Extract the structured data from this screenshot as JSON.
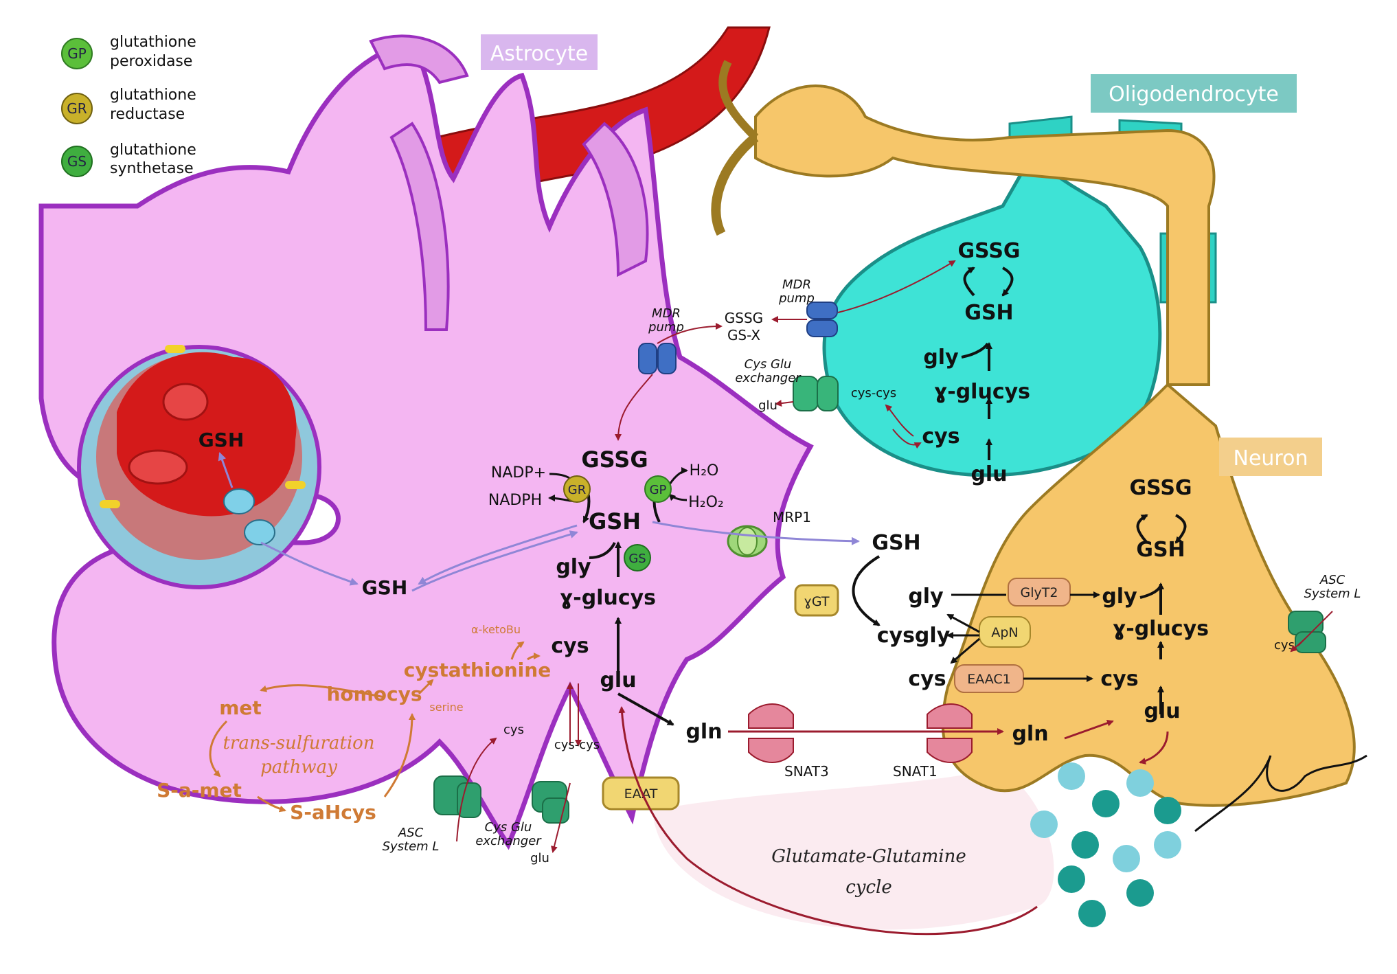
{
  "legend": {
    "items": [
      {
        "abbr": "GP",
        "line1": "glutathione",
        "line2": "peroxidase",
        "color": "#5bbf3a"
      },
      {
        "abbr": "GR",
        "line1": "glutathione",
        "line2": "reductase",
        "color": "#c9b12a"
      },
      {
        "abbr": "GS",
        "line1": "glutathione",
        "line2": "synthetase",
        "color": "#3fae3f"
      }
    ]
  },
  "cells": {
    "astrocyte": "Astrocyte",
    "oligodendrocyte": "Oligodendrocyte",
    "neuron": "Neuron"
  },
  "colors": {
    "astrocyte_fill": "#f4b6f2",
    "astrocyte_border": "#9b2fbf",
    "vessel": "#d41a1a",
    "oligo_fill": "#3ee3d6",
    "neuron_fill": "#f6c66a",
    "pathway": "#cf7a34",
    "arrow_dark_red": "#9b1b2e",
    "arrow_purple": "#8f86d6"
  },
  "astrocyte": {
    "gssg": "GSSG",
    "gsh": "GSH",
    "gly": "gly",
    "glucys": "ɣ-glucys",
    "cys": "cys",
    "glu": "glu",
    "gln": "gln",
    "gsh_left": "GSH",
    "gsh_vessel": "GSH",
    "nadp": "NADP+",
    "nadph": "NADPH",
    "h2o": "H₂O",
    "h2o2": "H₂O₂",
    "cystathionine": "cystathionine",
    "alpha_ketobu": "α-ketoBu",
    "serine": "serine",
    "homocys": "homocys",
    "met": "met",
    "s_a_met": "S-a-met",
    "s_ahcys": "S-aHcys",
    "pathway_line1": "trans-sulfuration",
    "pathway_line2": "pathway",
    "cys_cys": "cys-cys",
    "cys_in": "cys",
    "glu_out": "glu",
    "asc_line1": "ASC",
    "asc_line2": "System L",
    "cysglu_line1": "Cys Glu",
    "cysglu_line2": "exchanger"
  },
  "transporters": {
    "mdr_line1": "MDR",
    "mdr_line2": "pump",
    "mdr2_line1": "MDR",
    "mdr2_line2": "pump",
    "mrp1": "MRP1",
    "ygt": "ɣGT",
    "eaat": "EAAT",
    "snat3": "SNAT3",
    "snat1": "SNAT1",
    "glyt2": "GlyT2",
    "apn": "ApN",
    "eaac1": "EAAC1",
    "cysglu_line1": "Cys Glu",
    "cysglu_line2": "exchanger",
    "asc_line1": "ASC",
    "asc_line2": "System L"
  },
  "extracellular": {
    "gssg": "GSSG",
    "gsx": "GS-X",
    "glu": "glu",
    "cys_cys": "cys-cys",
    "gsh": "GSH",
    "gly": "gly",
    "cysgly": "cysgly",
    "cys": "cys",
    "cycle_line1": "Glutamate-Glutamine",
    "cycle_line2": "cycle"
  },
  "oligodendrocyte": {
    "gssg": "GSSG",
    "gsh": "GSH",
    "gly": "gly",
    "glucys": "ɣ-glucys",
    "cys": "cys",
    "glu": "glu"
  },
  "neuron": {
    "gssg": "GSSG",
    "gsh": "GSH",
    "gly": "gly",
    "glucys": "ɣ-glucys",
    "cys": "cys",
    "glu": "glu",
    "gln": "gln",
    "cys_in": "cys",
    "asc_line1": "ASC",
    "asc_line2": "System L"
  }
}
